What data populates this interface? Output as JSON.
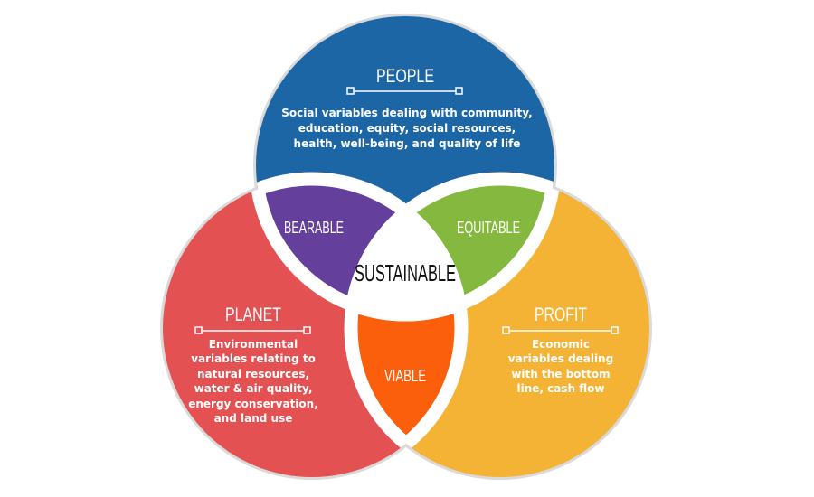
{
  "colors": {
    "people": "#1c66a6",
    "planet": "#e45152",
    "profit": "#f5b335",
    "bearable": "#643f9c",
    "equitable": "#84b83e",
    "viable": "#fb5f0c"
  },
  "people": {
    "title": "PEOPLE",
    "lines": [
      "Social variables dealing with community,",
      "education, equity, social resources,",
      "health, well-being, and quality of life"
    ]
  },
  "planet": {
    "title": "PLANET",
    "lines": [
      "Environmental",
      "variables relating to",
      "natural resources,",
      "water & air quality,",
      "energy conservation,",
      "and land use"
    ]
  },
  "profit": {
    "title": "PROFIT",
    "lines": [
      "Economic",
      "variables dealing",
      "with the bottom",
      "line, cash flow"
    ]
  },
  "overlaps": {
    "bearable": "BEARABLE",
    "equitable": "EQUITABLE",
    "viable": "VIABLE",
    "sustainable": "SUSTAINABLE"
  }
}
